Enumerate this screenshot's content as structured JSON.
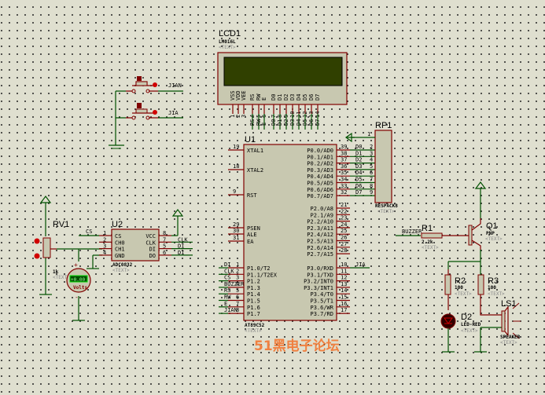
{
  "lcd": {
    "ref": "LCD1",
    "part": "LM016L",
    "text": "<TEXT>",
    "pins": [
      "VSS",
      "VDD",
      "VEE",
      "RS",
      "RW",
      "E",
      "D0",
      "D1",
      "D2",
      "D3",
      "D4",
      "D5",
      "D6",
      "D7"
    ],
    "pin_nums": [
      "1",
      "2",
      "3",
      "4",
      "5",
      "6",
      "7",
      "8",
      "9",
      "10",
      "11",
      "12",
      "13",
      "14"
    ],
    "nets": [
      "RS",
      "RW",
      "E",
      "D0",
      "D1",
      "D2",
      "D3",
      "D4",
      "D5",
      "D6",
      "D7"
    ]
  },
  "switches": {
    "net1": "JIAN",
    "net2": "JIA"
  },
  "u1": {
    "ref": "U1",
    "part": "AT89C52",
    "text": "<TEXT>",
    "left_pins": [
      {
        "num": "19",
        "name": "XTAL1"
      },
      {
        "num": "18",
        "name": "XTAL2"
      },
      {
        "num": "9",
        "name": "RST"
      },
      {
        "num": "29",
        "name": "PSEN"
      },
      {
        "num": "30",
        "name": "ALE"
      },
      {
        "num": "31",
        "name": "EA"
      }
    ],
    "p1_pins": [
      {
        "num": "1",
        "name": "P1.0/T2",
        "net": "DI"
      },
      {
        "num": "2",
        "name": "P1.1/T2EX",
        "net": "CLK"
      },
      {
        "num": "3",
        "name": "P1.2",
        "net": "CS"
      },
      {
        "num": "4",
        "name": "P1.3",
        "net": "BUZZER"
      },
      {
        "num": "5",
        "name": "P1.4",
        "net": "RS"
      },
      {
        "num": "6",
        "name": "P1.5",
        "net": "RW"
      },
      {
        "num": "7",
        "name": "P1.6",
        "net": "E"
      },
      {
        "num": "8",
        "name": "P1.7",
        "net": "JIAN"
      }
    ],
    "p0_pins": [
      {
        "num": "39",
        "name": "P0.0/AD0",
        "net": "D0"
      },
      {
        "num": "38",
        "name": "P0.1/AD1",
        "net": "D1"
      },
      {
        "num": "37",
        "name": "P0.2/AD2",
        "net": "D2"
      },
      {
        "num": "36",
        "name": "P0.3/AD3",
        "net": "D3"
      },
      {
        "num": "35",
        "name": "P0.4/AD4",
        "net": "D4"
      },
      {
        "num": "34",
        "name": "P0.5/AD5",
        "net": "D5"
      },
      {
        "num": "33",
        "name": "P0.6/AD6",
        "net": "D6"
      },
      {
        "num": "32",
        "name": "P0.7/AD7",
        "net": "D7"
      }
    ],
    "p2_pins": [
      {
        "num": "21",
        "name": "P2.0/A8"
      },
      {
        "num": "22",
        "name": "P2.1/A9"
      },
      {
        "num": "23",
        "name": "P2.2/A10"
      },
      {
        "num": "24",
        "name": "P2.3/A11"
      },
      {
        "num": "25",
        "name": "P2.4/A12"
      },
      {
        "num": "26",
        "name": "P2.5/A13"
      },
      {
        "num": "27",
        "name": "P2.6/A14"
      },
      {
        "num": "28",
        "name": "P2.7/A15"
      }
    ],
    "p3_pins": [
      {
        "num": "10",
        "name": "P3.0/RXD",
        "net": "JIA"
      },
      {
        "num": "11",
        "name": "P3.1/TXD"
      },
      {
        "num": "12",
        "name": "P3.2/INT0"
      },
      {
        "num": "13",
        "name": "P3.3/INT1"
      },
      {
        "num": "14",
        "name": "P3.4/T0"
      },
      {
        "num": "15",
        "name": "P3.5/T1"
      },
      {
        "num": "16",
        "name": "P3.6/WR"
      },
      {
        "num": "17",
        "name": "P3.7/RD"
      }
    ]
  },
  "rp1": {
    "ref": "RP1",
    "part": "RESPACK8",
    "text": "<TEXT>",
    "pin1": "1",
    "pins": [
      "2",
      "3",
      "4",
      "5",
      "6",
      "7",
      "8",
      "9"
    ]
  },
  "rv1": {
    "ref": "RV1",
    "value": "1k",
    "text": "<TEXT>"
  },
  "voltmeter": {
    "label": "Volts",
    "display": "+0.00",
    "plus": "+",
    "minus": "-"
  },
  "u2": {
    "ref": "U2",
    "part": "ADC0832",
    "text": "<TEXT>",
    "left": [
      {
        "num": "1",
        "name": "CS"
      },
      {
        "num": "2",
        "name": "CH0"
      },
      {
        "num": "3",
        "name": "CH1"
      },
      {
        "num": "4",
        "name": "GND"
      }
    ],
    "right": [
      {
        "num": "8",
        "name": "VCC"
      },
      {
        "num": "7",
        "name": "CLK",
        "net": "CLK"
      },
      {
        "num": "5",
        "name": "DI",
        "net": "DI"
      },
      {
        "num": "6",
        "name": "DO",
        "net": "DI"
      }
    ],
    "cs_net": "CS"
  },
  "buzzer": {
    "net": "BUZZER",
    "r1": {
      "ref": "R1",
      "value": "2.2k",
      "text": "<TEXT>"
    },
    "q1": {
      "ref": "Q1",
      "value": "PNP",
      "text": "<TEXT>"
    },
    "r2": {
      "ref": "R2",
      "value": "100",
      "text": "<TEXT>"
    },
    "r3": {
      "ref": "R3",
      "value": "100",
      "text": "<TEXT>"
    },
    "d2": {
      "ref": "D2",
      "value": "LED-RED",
      "text": "<TEXT>"
    },
    "ls1": {
      "ref": "LS1",
      "value": "SPEAKER",
      "text": "<TEXT>"
    }
  },
  "watermark": "51黑电子论坛"
}
